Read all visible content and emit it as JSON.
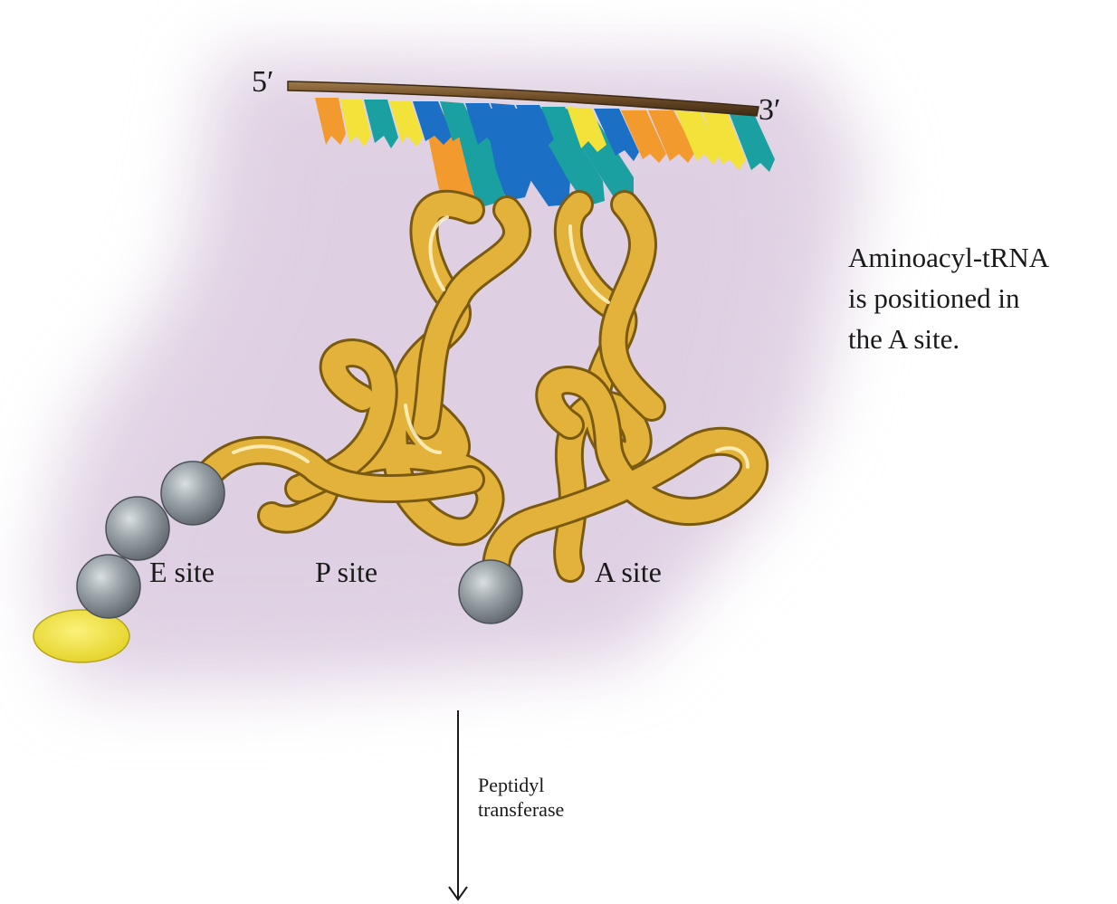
{
  "mrna": {
    "five_prime_label": "5′",
    "three_prime_label": "3′"
  },
  "sites": {
    "e_site": "E site",
    "p_site": "P site",
    "a_site": "A site"
  },
  "caption": {
    "line1": "Aminoacyl-tRNA",
    "line2": "is positioned in",
    "line3": "the A site."
  },
  "step": {
    "enzyme_line1": "Peptidyl",
    "enzyme_line2": "transferase"
  },
  "colors": {
    "ribosome_glow": "#e5d9e8",
    "trna": "#e2b23a",
    "trna_outline": "#7a5a10",
    "mrna": "#6b4a26",
    "amino_acid": "#8f979c",
    "peptide_terminus": "#f2e23a",
    "base_orange": "#f29a2e",
    "base_yellow": "#f3e23a",
    "base_teal": "#1aa0a0",
    "base_blue": "#1b6fc4"
  }
}
